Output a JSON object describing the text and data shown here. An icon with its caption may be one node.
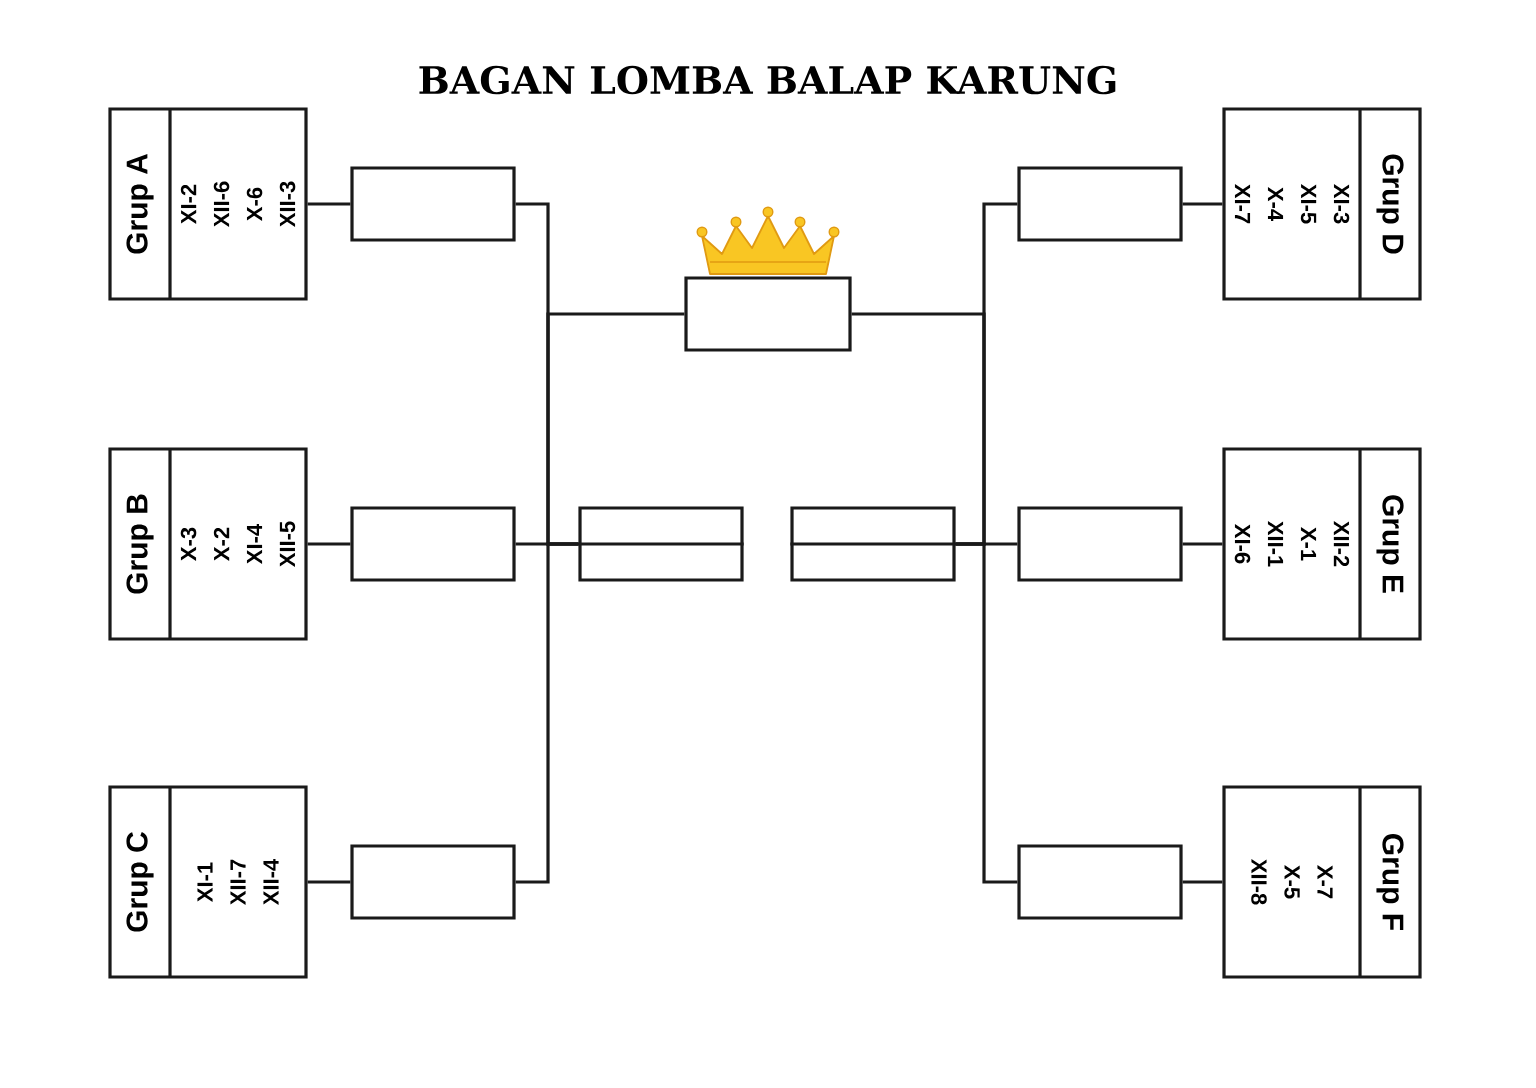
{
  "diagram": {
    "title": "BAGAN LOMBA BALAP KARUNG",
    "nodes": [
      {
        "text": [
          "Grup A",
          "XI-2",
          "XII-6",
          "X-6",
          "XII-3"
        ]
      },
      {
        "text": [
          "Grup B",
          "X-3",
          "X-2",
          "XI-4",
          "XII-5"
        ]
      },
      {
        "text": [
          "Grup C",
          "XI-1",
          "XII-7",
          "XII-4"
        ]
      },
      {
        "text": [
          "Grup D",
          "XI-3",
          "XI-5",
          "X-4",
          "XI-7"
        ]
      },
      {
        "text": [
          "Grup E",
          "XII-2",
          "X-1",
          "XII-1",
          "XI-6"
        ]
      },
      {
        "text": [
          "Grup F",
          "X-7",
          "X-5",
          "XII-8"
        ]
      },
      {
        "text": [],
        "shape": "box"
      },
      {
        "text": [],
        "shape": "box"
      },
      {
        "text": [],
        "shape": "box"
      },
      {
        "text": [],
        "shape": "box"
      },
      {
        "text": [],
        "shape": "box"
      },
      {
        "text": [],
        "shape": "box"
      },
      {
        "text": [],
        "shape": "box"
      },
      {
        "text": [],
        "shape": "box"
      },
      {
        "text": [],
        "shape": "box"
      }
    ],
    "edges": [
      {
        "from": 0,
        "to": 6,
        "arrow": "none"
      },
      {
        "from": 1,
        "to": 7,
        "arrow": "none"
      },
      {
        "from": 2,
        "to": 8,
        "arrow": "none"
      },
      {
        "from": 3,
        "to": 9,
        "arrow": "none"
      },
      {
        "from": 4,
        "to": 10,
        "arrow": "none"
      },
      {
        "from": 5,
        "to": 11,
        "arrow": "none"
      },
      {
        "from": 6,
        "to": 12,
        "arrow": "none"
      },
      {
        "from": 7,
        "to": 12,
        "arrow": "none"
      },
      {
        "from": 8,
        "to": 12,
        "arrow": "none"
      },
      {
        "from": 9,
        "to": 13,
        "arrow": "none"
      },
      {
        "from": 10,
        "to": 13,
        "arrow": "none"
      },
      {
        "from": 11,
        "to": 13,
        "arrow": "none"
      },
      {
        "from": 12,
        "to": 14,
        "arrow": "none"
      },
      {
        "from": 13,
        "to": 14,
        "arrow": "none"
      }
    ]
  }
}
